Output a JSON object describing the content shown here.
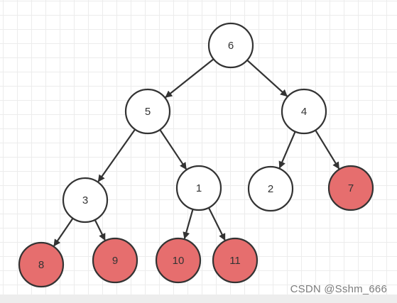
{
  "tree": {
    "nodes": [
      {
        "id": "n6",
        "label": "6",
        "highlighted": false
      },
      {
        "id": "n5",
        "label": "5",
        "highlighted": false
      },
      {
        "id": "n4",
        "label": "4",
        "highlighted": false
      },
      {
        "id": "n3",
        "label": "3",
        "highlighted": false
      },
      {
        "id": "n1",
        "label": "1",
        "highlighted": false
      },
      {
        "id": "n2",
        "label": "2",
        "highlighted": false
      },
      {
        "id": "n7",
        "label": "7",
        "highlighted": true
      },
      {
        "id": "n8",
        "label": "8",
        "highlighted": true
      },
      {
        "id": "n9",
        "label": "9",
        "highlighted": true
      },
      {
        "id": "n10",
        "label": "10",
        "highlighted": true
      },
      {
        "id": "n11",
        "label": "11",
        "highlighted": true
      }
    ],
    "edges": [
      {
        "from": "n6",
        "to": "n5"
      },
      {
        "from": "n6",
        "to": "n4"
      },
      {
        "from": "n5",
        "to": "n3"
      },
      {
        "from": "n5",
        "to": "n1"
      },
      {
        "from": "n4",
        "to": "n2"
      },
      {
        "from": "n4",
        "to": "n7"
      },
      {
        "from": "n3",
        "to": "n8"
      },
      {
        "from": "n3",
        "to": "n9"
      },
      {
        "from": "n1",
        "to": "n10"
      },
      {
        "from": "n1",
        "to": "n11"
      }
    ]
  },
  "colors": {
    "node_fill": "#ffffff",
    "highlight_fill": "#e66e6e",
    "stroke": "#333333"
  },
  "watermark": "CSDN @Sshm_666"
}
